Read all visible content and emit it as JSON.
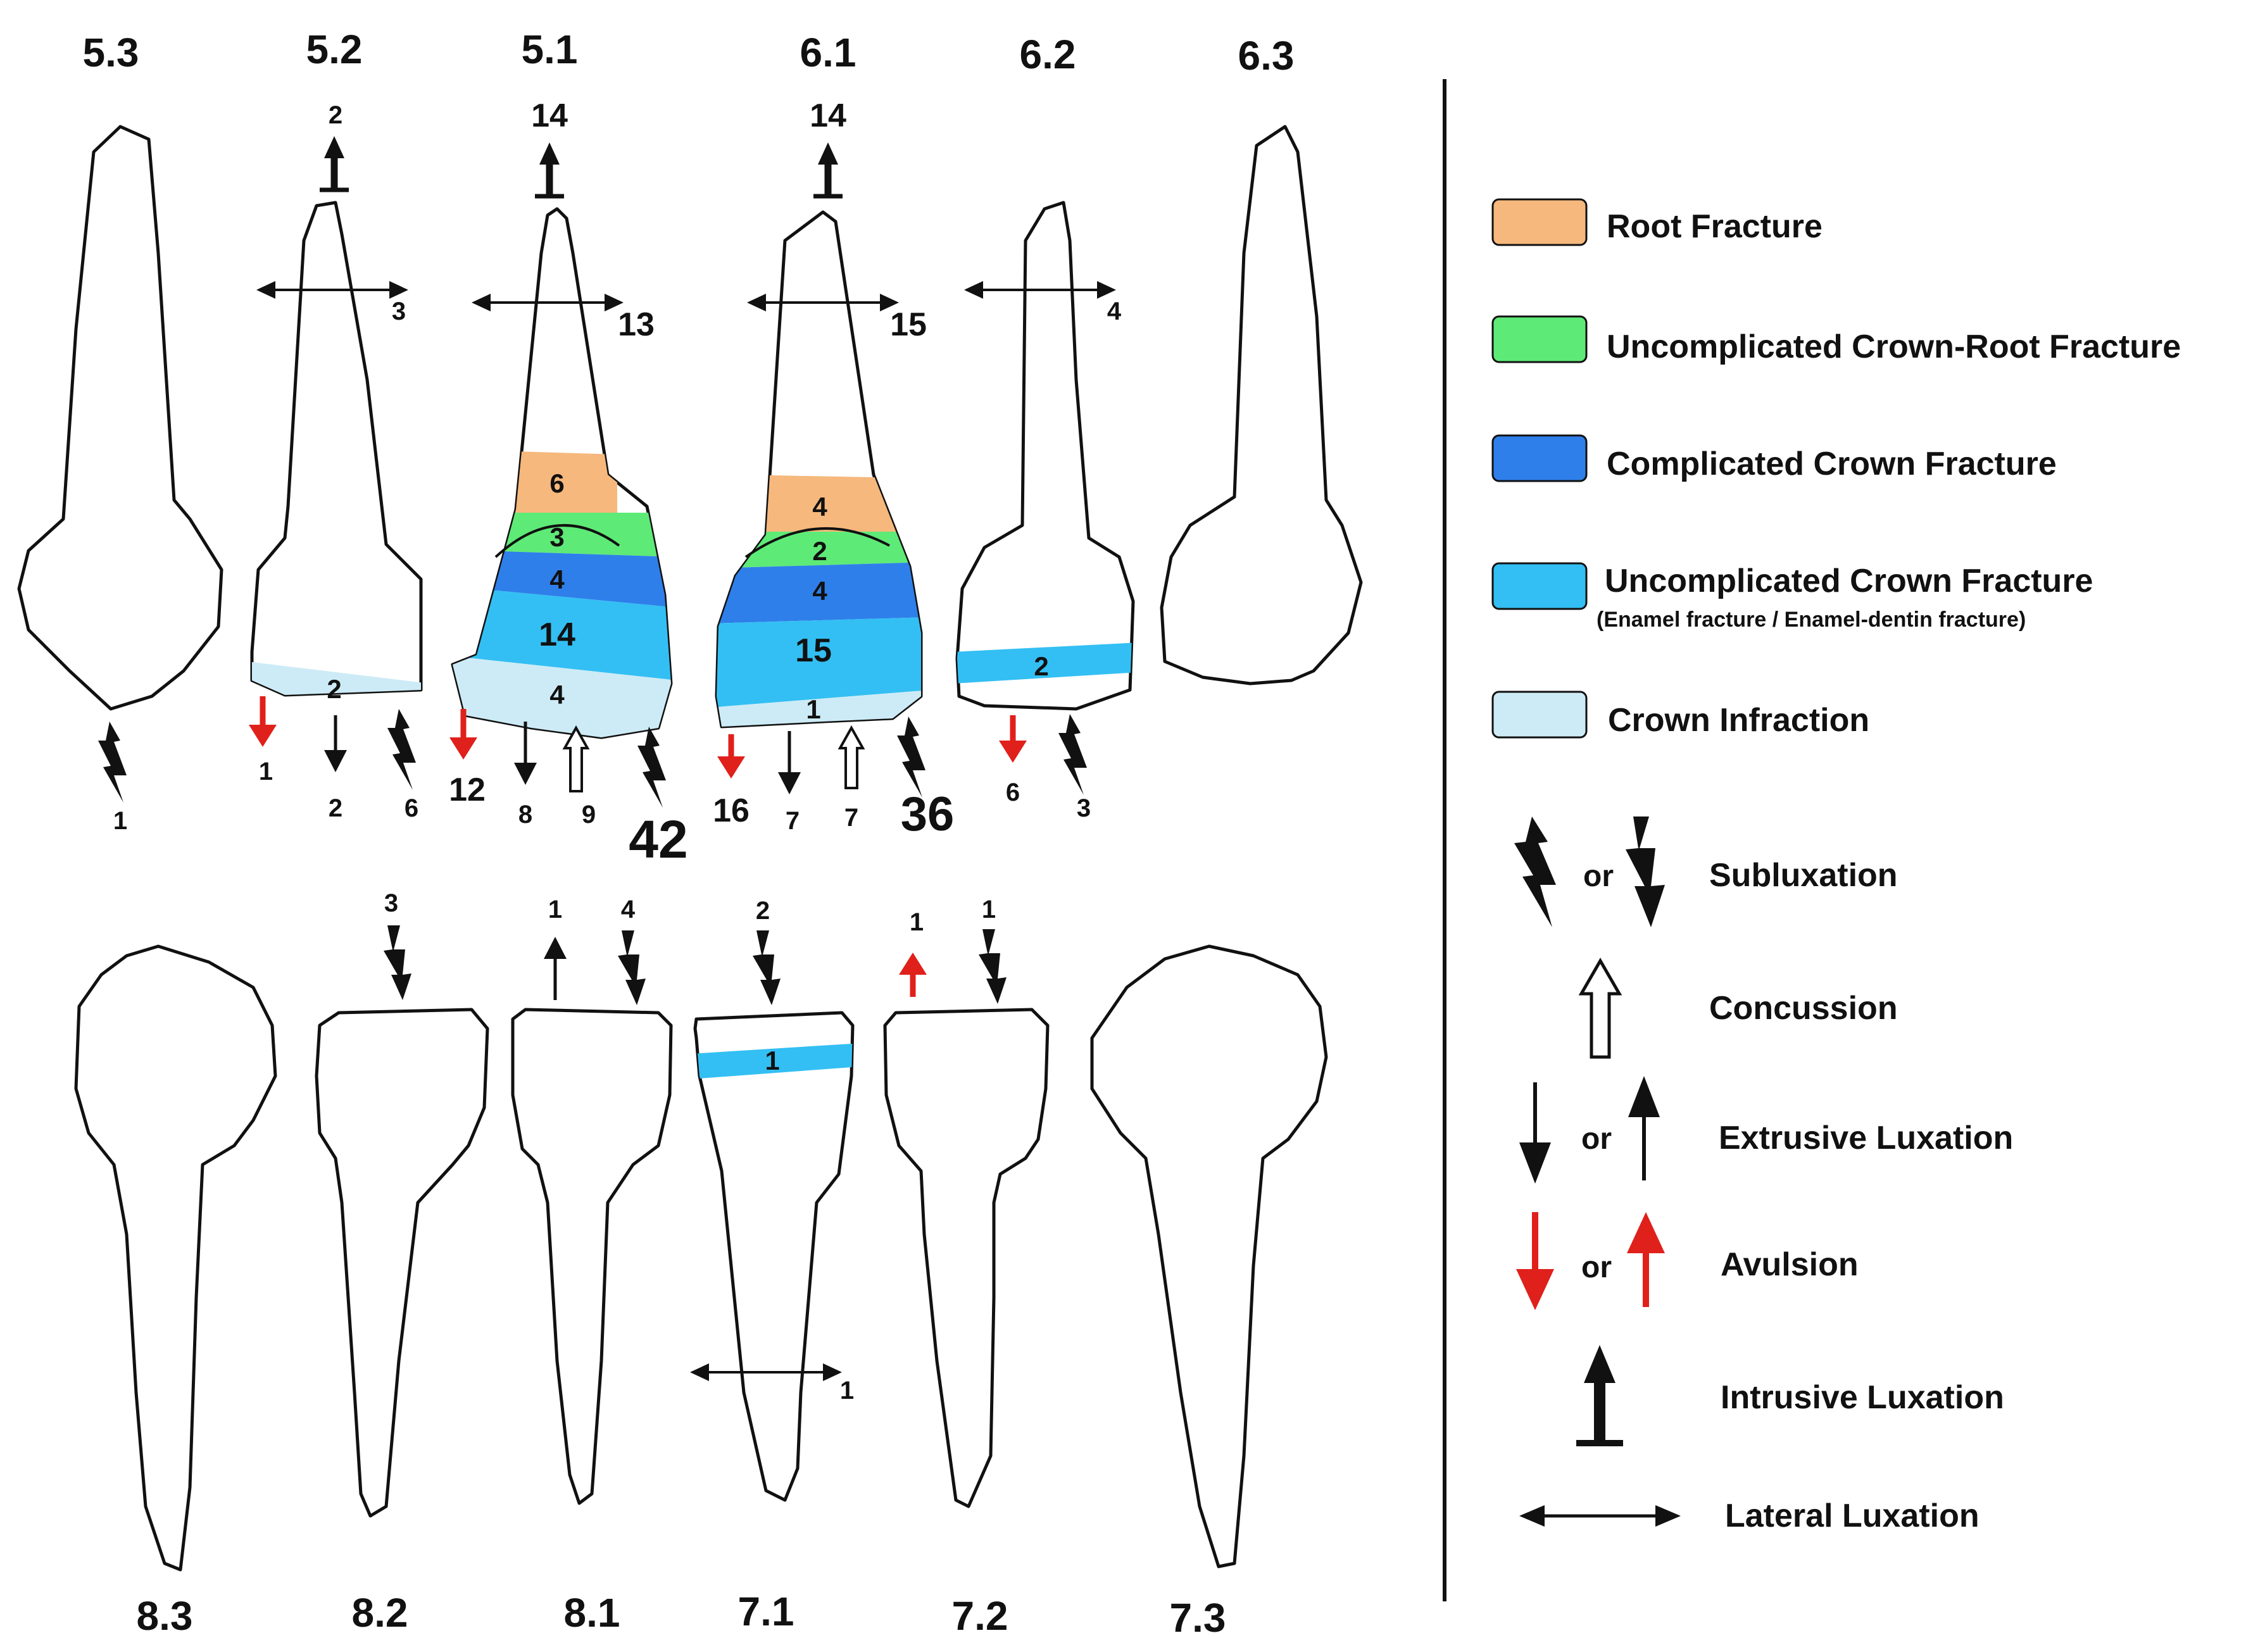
{
  "teeth_labels": {
    "upper": [
      "5.3",
      "5.2",
      "5.1",
      "6.1",
      "6.2",
      "6.3"
    ],
    "lower": [
      "8.3",
      "8.2",
      "8.1",
      "7.1",
      "7.2",
      "7.3"
    ]
  },
  "colors": {
    "root_fracture": "#F6B87C",
    "uncomplicated_crown_root": "#5EEA77",
    "complicated_crown": "#2F7FEA",
    "uncomplicated_crown": "#33BFF3",
    "crown_infraction": "#CDEBF6",
    "avulsion": "#E0201B",
    "outline": "#111111"
  },
  "band_values": {
    "t52_infraction": "2",
    "t51_root": "6",
    "t51_crown_root": "3",
    "t51_complicated": "4",
    "t51_uncomplicated": "14",
    "t51_infraction": "4",
    "t61_root": "4",
    "t61_crown_root": "2",
    "t61_complicated": "4",
    "t61_uncomplicated": "15",
    "t61_infraction": "1",
    "t62_uncomplicated": "2",
    "t71_uncomplicated": "1"
  },
  "injury_counts": {
    "t52_intrusive": "2",
    "t52_lateral": "3",
    "t51_intrusive": "14",
    "t51_lateral": "13",
    "t61_intrusive": "14",
    "t61_lateral": "15",
    "t62_lateral": "4",
    "t53_subluxation": "1",
    "t52_avulsion": "1",
    "t52_extrusive": "2",
    "t52_subluxation": "6",
    "t51_avulsion": "12",
    "t51_extrusive": "8",
    "t51_concussion": "9",
    "t51_subluxation": "42",
    "t61_avulsion": "16",
    "t61_extrusive": "7",
    "t61_concussion": "7",
    "t61_subluxation": "36",
    "t62_avulsion": "6",
    "t62_subluxation": "3",
    "t82_subluxation": "3",
    "t81_extrusive": "1",
    "t81_subluxation": "4",
    "t71_subluxation": "2",
    "t72_avulsion": "1",
    "t72_subluxation": "1",
    "t71_lateral": "1"
  },
  "legend": {
    "root_fracture": "Root Fracture",
    "uncomplicated_crown_root": "Uncomplicated Crown-Root Fracture",
    "complicated_crown": "Complicated Crown Fracture",
    "uncomplicated_crown": "Uncomplicated Crown Fracture",
    "uncomplicated_crown_note": "(Enamel fracture / Enamel-dentin fracture)",
    "crown_infraction": "Crown Infraction",
    "or": "or",
    "subluxation": "Subluxation",
    "concussion": "Concussion",
    "extrusive": "Extrusive Luxation",
    "avulsion": "Avulsion",
    "intrusive": "Intrusive Luxation",
    "lateral": "Lateral Luxation"
  }
}
